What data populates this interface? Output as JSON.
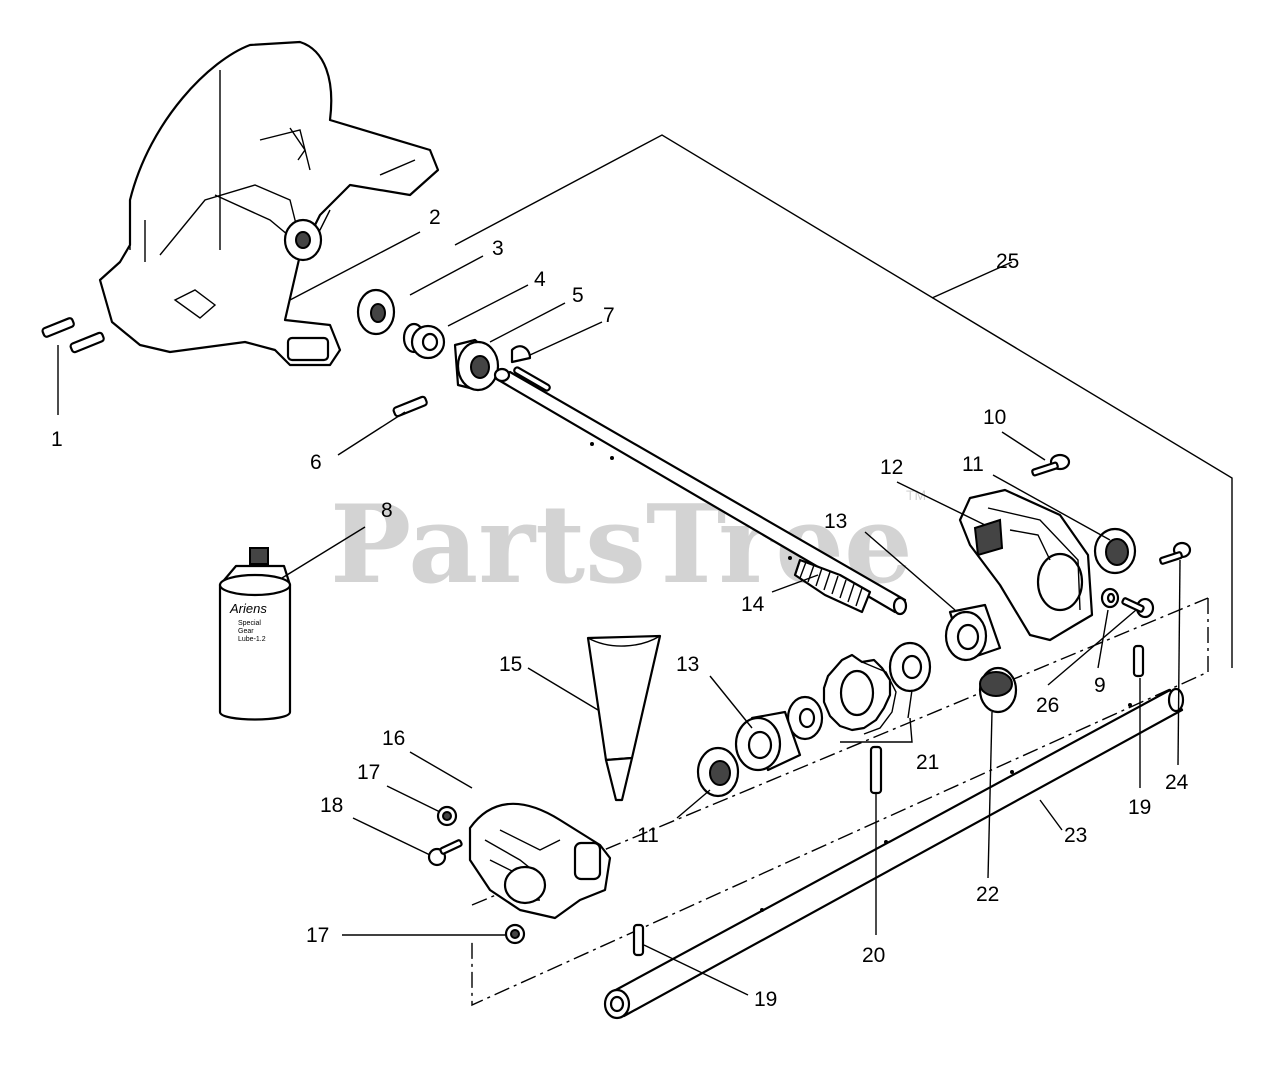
{
  "watermark": {
    "text": "PartsTree",
    "trademark": "TM"
  },
  "bottle": {
    "brand": "Ariens",
    "line1": "Special",
    "line2": "Gear",
    "line3": "Lube-1.2"
  },
  "callouts": {
    "c1": "1",
    "c2": "2",
    "c3": "3",
    "c4": "4",
    "c5": "5",
    "c6": "6",
    "c7": "7",
    "c8": "8",
    "c9": "9",
    "c10": "10",
    "c11a": "11",
    "c11b": "11",
    "c12": "12",
    "c13a": "13",
    "c13b": "13",
    "c14": "14",
    "c15": "15",
    "c16": "16",
    "c17a": "17",
    "c17b": "17",
    "c18": "18",
    "c19a": "19",
    "c19b": "19",
    "c20": "20",
    "c21": "21",
    "c22": "22",
    "c23": "23",
    "c24": "24",
    "c25": "25",
    "c26": "26"
  }
}
